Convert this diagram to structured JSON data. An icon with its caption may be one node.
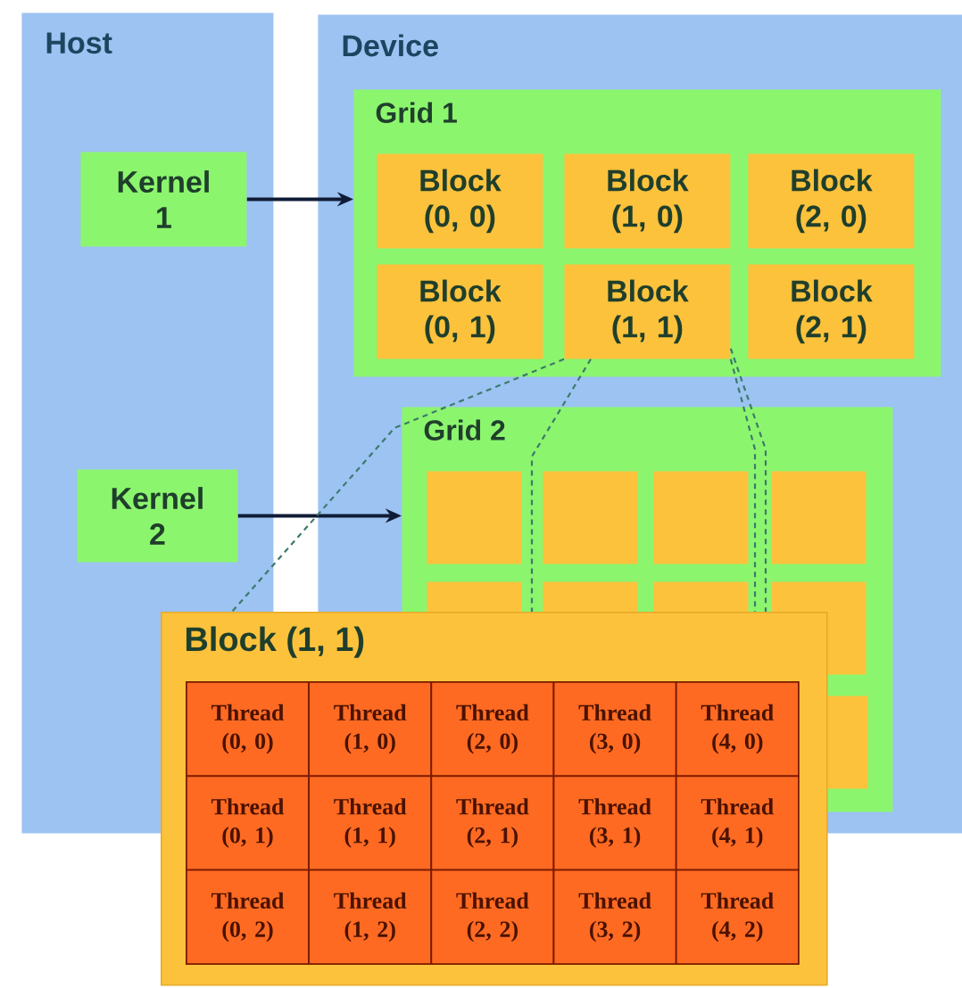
{
  "diagram": {
    "nodes": [
      {
        "text": [
          "Host"
        ]
      },
      {
        "text": [
          "Device"
        ]
      },
      {
        "text": [
          "Kernel 1"
        ],
        "in": 0
      },
      {
        "text": [
          "Grid 1"
        ],
        "in": 1
      },
      {
        "text": [
          "Block (0, 0)"
        ],
        "in": 3
      },
      {
        "text": [
          "Block (1, 0)"
        ],
        "in": 3
      },
      {
        "text": [
          "Block (2, 0)"
        ],
        "in": 3
      },
      {
        "text": [
          "Block (0, 1)"
        ],
        "in": 3
      },
      {
        "text": [
          "Block (1, 1)"
        ],
        "in": 3
      },
      {
        "text": [
          "Block (2, 1)"
        ],
        "in": 3
      },
      {
        "text": [
          "Kernel 2"
        ],
        "in": 0
      },
      {
        "text": [
          "Grid 2"
        ],
        "in": 1
      },
      {
        "text": [],
        "shape": "box",
        "in": 11
      },
      {
        "text": [],
        "shape": "box",
        "in": 11
      },
      {
        "text": [],
        "shape": "box",
        "in": 11
      },
      {
        "text": [],
        "shape": "box",
        "in": 11
      },
      {
        "text": [],
        "shape": "box",
        "in": 11
      },
      {
        "text": [],
        "shape": "box",
        "in": 11
      },
      {
        "text": [],
        "shape": "box",
        "in": 11
      },
      {
        "text": [],
        "shape": "box",
        "in": 11
      },
      {
        "text": [],
        "shape": "box",
        "in": 11
      },
      {
        "text": [
          "Block (1, 1)"
        ]
      },
      {
        "text": [
          "Thread (0, 0)"
        ],
        "in": 21
      },
      {
        "text": [
          "Thread (1, 0)"
        ],
        "in": 21
      },
      {
        "text": [
          "Thread (2, 0)"
        ]
      },
      {
        "text": [
          "Thread (3, 0)"
        ]
      },
      {
        "text": [
          "Thread (4, 0)"
        ]
      },
      {
        "text": [
          "Thread (0, 1)"
        ],
        "in": 21
      },
      {
        "text": [
          "Thread (1, 1)"
        ],
        "in": 21
      },
      {
        "text": [
          "Thread (2, 1)"
        ],
        "in": 21
      },
      {
        "text": [
          "Thread (3, 1)"
        ],
        "in": 21
      },
      {
        "text": [
          "Thread (4, 1)"
        ],
        "in": 21
      },
      {
        "text": [
          "Thread (0, 2)"
        ],
        "in": 21
      },
      {
        "text": [
          "Thread (1, 2)"
        ],
        "in": 21
      },
      {
        "text": [
          "Thread (2, 2)"
        ],
        "in": 21
      },
      {
        "text": [
          "Thread (3, 2)"
        ],
        "in": 21
      },
      {
        "text": [
          "Thread (4, 2)"
        ],
        "in": 21
      }
    ],
    "edges": [
      {
        "from": 2,
        "to": 3,
        "arrow": "to",
        "color": "#101c36"
      },
      {
        "from": 10,
        "to": 11,
        "arrow": "to",
        "color": "#101c36"
      },
      {
        "from": 8,
        "to": 21,
        "arrow": "none",
        "style": "dashed"
      },
      {
        "from": 8,
        "to": 21,
        "arrow": "none",
        "style": "dashed"
      },
      {
        "from": 8,
        "to": 21,
        "arrow": "none",
        "style": "dashed"
      },
      {
        "from": 8,
        "to": 21,
        "arrow": "none",
        "style": "dashed"
      }
    ]
  }
}
